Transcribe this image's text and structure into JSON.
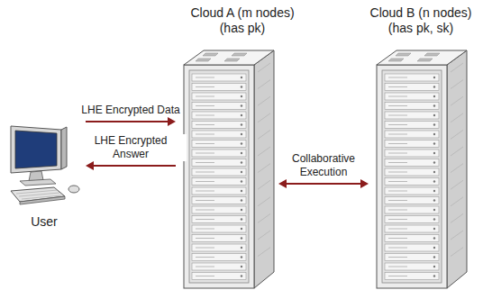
{
  "diagram": {
    "nodes": [
      {
        "text": [
          "Cloud A (m nodes) (has pk)"
        ]
      },
      {
        "text": [
          "Cloud B (n nodes) (has pk, sk)"
        ]
      },
      {
        "text": [
          "User"
        ]
      }
    ],
    "edges": [
      {
        "from": 2,
        "to": 0,
        "arrow": "to",
        "label": "LHE Encrypted Data"
      },
      {
        "from": 0,
        "to": 2,
        "arrow": "to",
        "label": "LHE Encrypted Answer"
      },
      {
        "from": 0,
        "to": 1,
        "arrow": "both",
        "label": "Collaborative Execution"
      }
    ]
  }
}
